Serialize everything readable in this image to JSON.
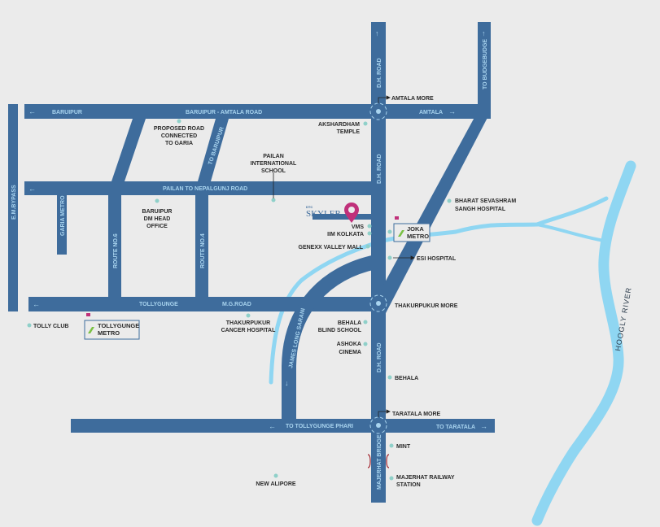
{
  "colors": {
    "road": "#3e6c9c",
    "water": "#8fd6f2",
    "background": "#ebebeb",
    "marker": "#c0307a",
    "metro_icon": "#7ac143"
  },
  "project": {
    "brand_small": "DTC",
    "name": "SKYLER",
    "marker_icon": "map-pin-icon"
  },
  "roads": {
    "baruipur": "BARUIPUR",
    "baruipur_amtala": "BARUIPUR - AMTALA ROAD",
    "amtala": "AMTALA",
    "dh_road": "D.H. ROAD",
    "budge_budge": "TO BUDGEBUDGE",
    "em_bypass": "E.M.BYPASS",
    "pailan_road": "PAILAN TO NEPALGUNJ ROAD",
    "to_baruipur": "TO BARUIPUR",
    "garia_metro": "GARIA METRO",
    "route_6": "ROUTE NO.6",
    "route_4": "ROUTE NO.4",
    "tollygunge": "TOLLYGUNGE",
    "mg_road": "M.G.ROAD",
    "james_long": "JAMES LONG SARANI",
    "tollygunge_phari": "TO TOLLYGUNGE PHARI",
    "to_taratala": "TO TARATALA",
    "majerhat_bridge": "MAJERHAT BRIDGE"
  },
  "places": {
    "proposed_road": [
      "PROPOSED ROAD",
      "CONNECTED",
      "TO GARIA"
    ],
    "pailan_school": [
      "PAILAN",
      "INTERNATIONAL",
      "SCHOOL"
    ],
    "dm_office": [
      "BARUIPUR",
      "DM HEAD",
      "OFFICE"
    ],
    "amtala_more": "AMTALA MORE",
    "akshardham": [
      "AKSHARDHAM",
      "TEMPLE"
    ],
    "bharat_sevashram": [
      "BHARAT SEVASHRAM",
      "SANGH HOSPITAL"
    ],
    "vms": "VMS",
    "iim": "IIM KOLKATA",
    "genexx": "GENEXX VALLEY MALL",
    "esi": "ESI HOSPITAL",
    "thakurpukur_more": "THAKURPUKUR MORE",
    "tolly_club": "TOLLY CLUB",
    "cancer_hospital": [
      "THAKURPUKUR",
      "CANCER HOSPITAL"
    ],
    "blind_school": [
      "BEHALA",
      "BLIND SCHOOL"
    ],
    "ashoka": [
      "ASHOKA",
      "CINEMA"
    ],
    "behala": "BEHALA",
    "taratala_more": "TARATALA MORE",
    "mint": "MINT",
    "majerhat_station": [
      "MAJERHAT RAILWAY",
      "STATION"
    ],
    "new_alipore": "NEW ALIPORE",
    "river": "HOOGLY RIVER"
  },
  "metro": {
    "joka": [
      "JOKA",
      "METRO"
    ],
    "tollygunge": [
      "TOLLYGUNGE",
      "METRO"
    ]
  }
}
